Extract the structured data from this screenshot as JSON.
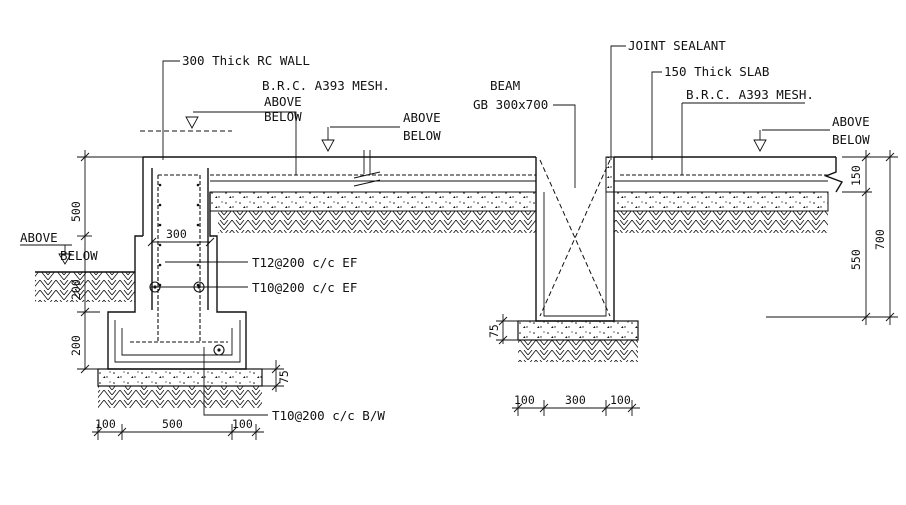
{
  "labels": {
    "wall": "300 Thick RC WALL",
    "brc_left": "B.R.C. A393 MESH.",
    "above_left_top": "ABOVE",
    "below_left_top": "BELOW",
    "above_mid": "ABOVE",
    "below_mid": "BELOW",
    "beam_title": "BEAM",
    "beam_size": "GB 300x700",
    "joint": "JOINT SEALANT",
    "slab": "150 Thick SLAB",
    "brc_right": "B.R.C. A393 MESH.",
    "above_right": "ABOVE",
    "below_right": "BELOW",
    "above_ground": "ABOVE",
    "below_ground": "BELOW",
    "rebar_t12": "T12@200 c/c EF",
    "rebar_t10": "T10@200 c/c EF",
    "rebar_bw": "T10@200 c/c B/W"
  },
  "dims": {
    "d500_v": "500",
    "d300": "300",
    "d200_a": "200",
    "d200_b": "200",
    "d75_left": "75",
    "d100_l1": "100",
    "d500_h": "500",
    "d100_l2": "100",
    "d75_beam": "75",
    "d100_b1": "100",
    "d300_b": "300",
    "d100_b2": "100",
    "d150": "150",
    "d550": "550",
    "d700": "700"
  }
}
